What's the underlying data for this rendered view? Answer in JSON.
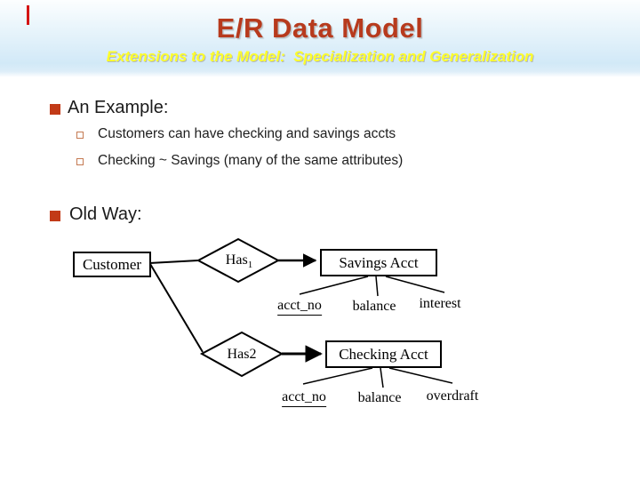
{
  "header": {
    "title": "E/R Data Model",
    "subtitle": "Extensions to the Model:  Specialization and Generalization"
  },
  "content": {
    "bullets": [
      {
        "label": "An Example:",
        "sub": [
          "Customers can have checking and savings accts",
          "Checking ~ Savings (many of the same attributes)"
        ]
      },
      {
        "label": "Old Way:",
        "sub": []
      }
    ]
  },
  "diagram": {
    "customer": {
      "label": "Customer"
    },
    "has1": {
      "label": "Has",
      "subscript": "1"
    },
    "savings": {
      "label": "Savings Acct"
    },
    "has2": {
      "label": "Has2"
    },
    "checking": {
      "label": "Checking Acct"
    },
    "savings_attributes": [
      {
        "label": "acct_no",
        "key": true
      },
      {
        "label": "balance",
        "key": false
      },
      {
        "label": "interest",
        "key": false
      }
    ],
    "checking_attributes": [
      {
        "label": "acct_no",
        "key": true
      },
      {
        "label": "balance",
        "key": false
      },
      {
        "label": "overdraft",
        "key": false
      }
    ]
  },
  "colors": {
    "title_red": "#b73a1d",
    "subtitle_yellow": "#fdfd2a",
    "bullet_square": "#c23a17",
    "sub_bullet_outline": "#c57a52",
    "header_blue_bottom": "#d2e9f7",
    "accent_tick_red": "#d41414",
    "diagram_ink": "#000000"
  }
}
